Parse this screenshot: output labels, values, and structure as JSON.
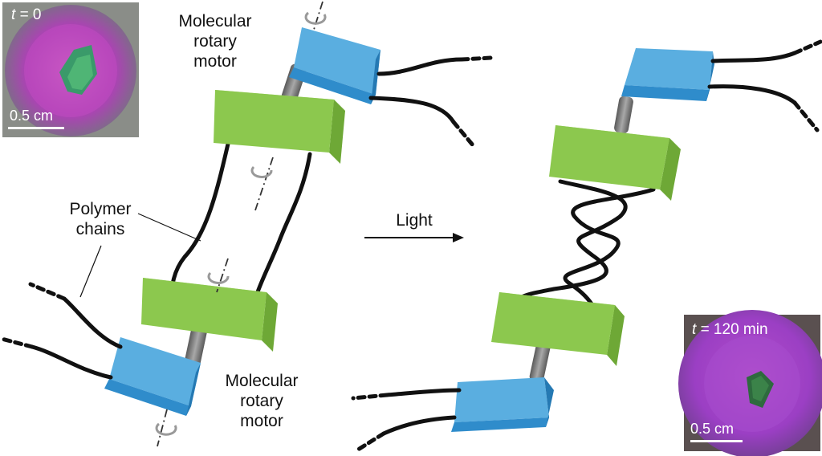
{
  "labels": {
    "motor_top": "Molecular\nrotary\nmotor",
    "motor_bottom": "Molecular\nrotary\nmotor",
    "polymer": "Polymer\nchains",
    "light": "Light"
  },
  "photos": {
    "before": {
      "time_var": "t",
      "time_value": "= 0",
      "scale": "0.5 cm"
    },
    "after": {
      "time_var": "t",
      "time_value": "= 120 min",
      "scale": "0.5 cm"
    }
  },
  "colors": {
    "motor_blue": "#5aaee0",
    "stator_green": "#8cc84e",
    "chain": "#111111",
    "axle": "#777777",
    "photo_magenta": "#b23fc0"
  }
}
